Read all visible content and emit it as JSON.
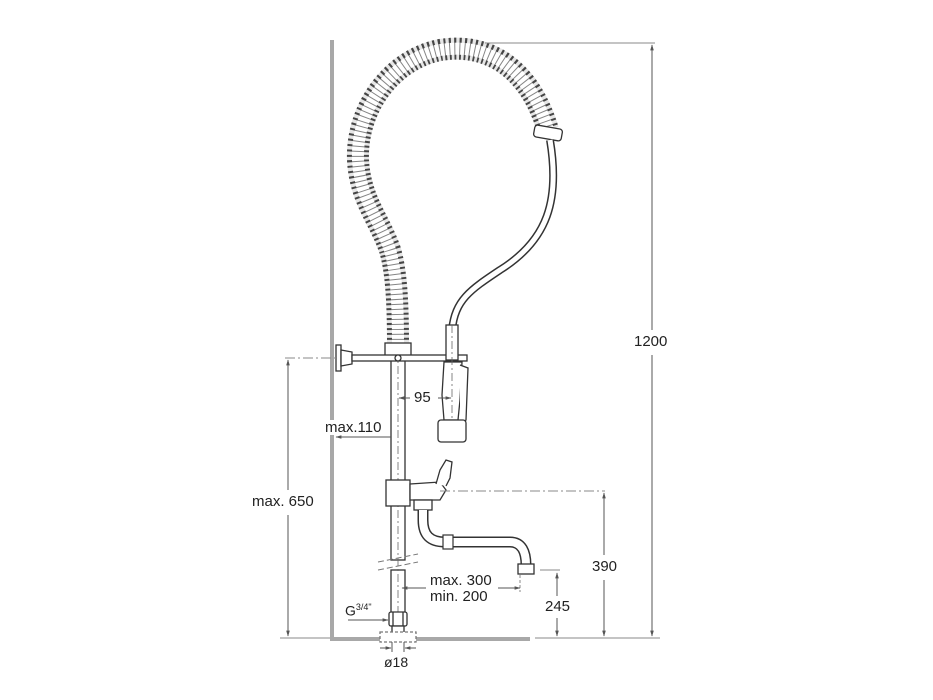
{
  "diagram": {
    "type": "technical-drawing",
    "subject": "pre-rinse spring faucet with auxiliary swivel spout",
    "colors": {
      "line": "#333333",
      "dim_line": "#555555",
      "wall": "#a8a8a8",
      "background": "#ffffff"
    },
    "dimensions": {
      "total_height": "1200",
      "wall_mount_height": "max. 650",
      "wall_distance": "max.110",
      "spray_offset": "95",
      "spout_height": "390",
      "spout_outlet_height": "245",
      "spout_reach_max": "max. 300",
      "spout_reach_min": "min. 200",
      "inlet_thread_base": "G",
      "inlet_thread_frac": "3/4\"",
      "pipe_diameter": "ø18"
    }
  }
}
